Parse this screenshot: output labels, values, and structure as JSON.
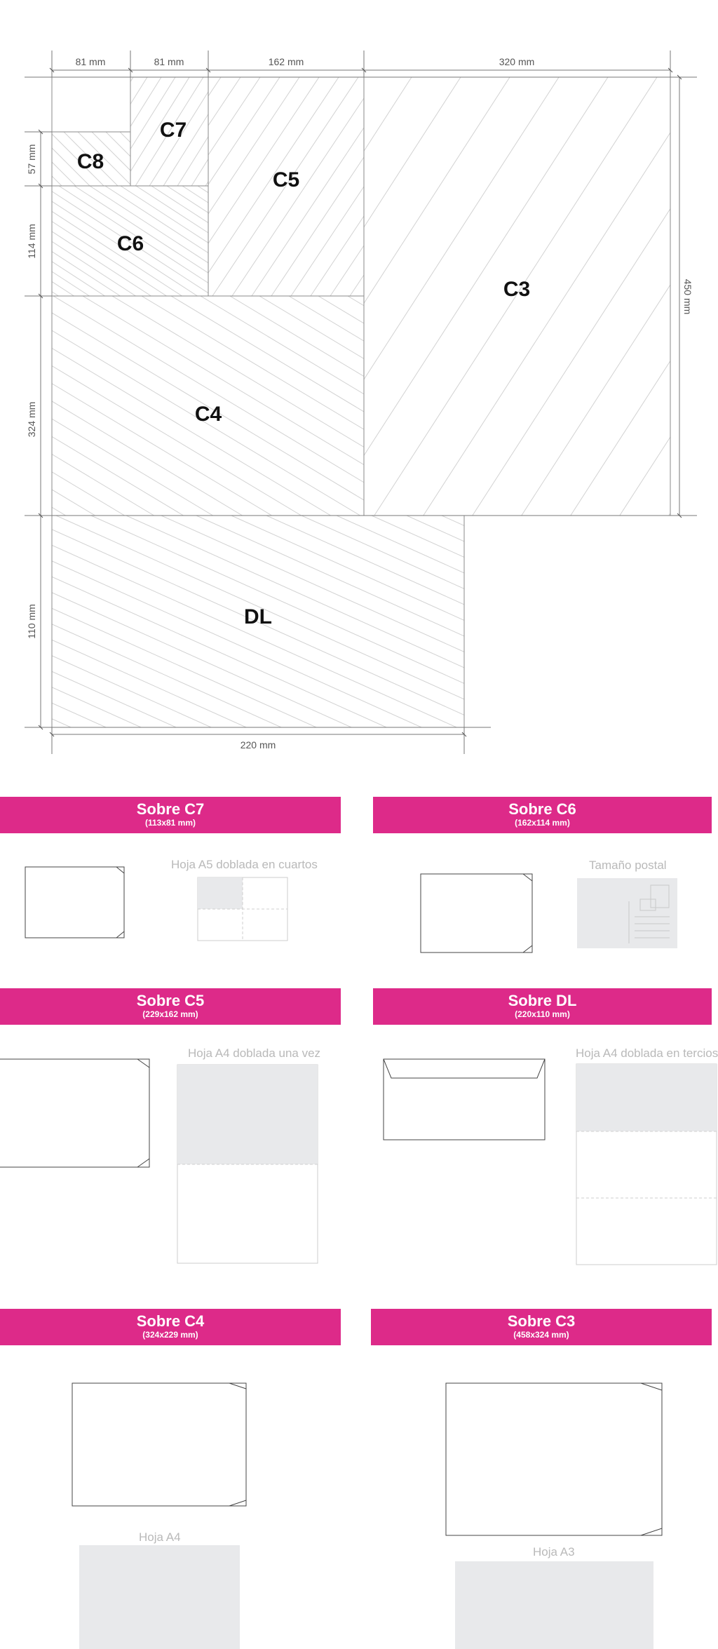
{
  "diagram": {
    "dims": {
      "w81a": "81 mm",
      "w81b": "81 mm",
      "w162": "162 mm",
      "w320": "320 mm",
      "h57": "57 mm",
      "h114": "114 mm",
      "h324": "324 mm",
      "h110": "110 mm",
      "h450": "450 mm",
      "w220": "220 mm"
    },
    "labels": {
      "c3": "C3",
      "c4": "C4",
      "c5": "C5",
      "c6": "C6",
      "c7": "C7",
      "c8": "C8",
      "dl": "DL"
    }
  },
  "cards": [
    {
      "title": "Sobre C7",
      "size": "(113x81 mm)",
      "paper": "Hoja A5 doblada en cuartos"
    },
    {
      "title": "Sobre C6",
      "size": "(162x114 mm)",
      "paper": "Tamaño postal"
    },
    {
      "title": "Sobre C5",
      "size": "(229x162 mm)",
      "paper": "Hoja A4 doblada una vez"
    },
    {
      "title": "Sobre DL",
      "size": "(220x110 mm)",
      "paper": "Hoja A4 doblada en tercios"
    },
    {
      "title": "Sobre C4",
      "size": "(324x229 mm)",
      "paper": "Hoja A4"
    },
    {
      "title": "Sobre C3",
      "size": "(458x324 mm)",
      "paper": "Hoja A3"
    }
  ],
  "colors": {
    "accent": "#dd2a89",
    "paper": "#e8e9eb",
    "line": "#444444",
    "hatch": "#cfcfcf"
  }
}
